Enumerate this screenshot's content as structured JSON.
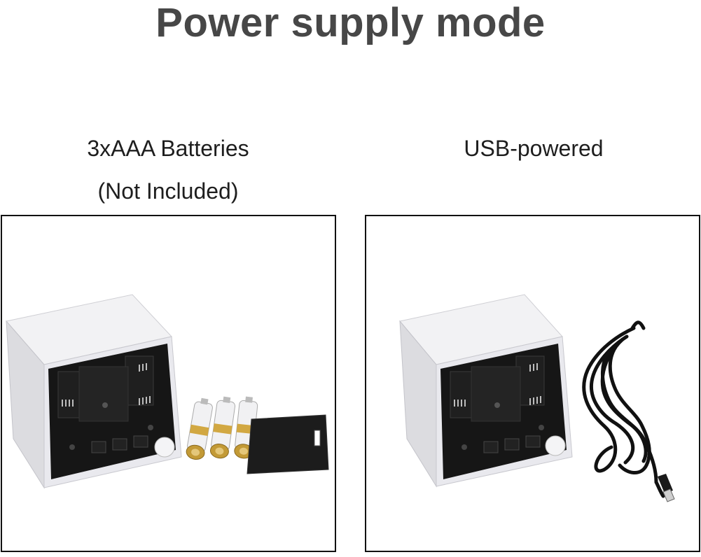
{
  "title": "Power supply mode",
  "options": [
    {
      "caption_line1": "3xAAA Batteries",
      "caption_line2": "(Not Included)"
    },
    {
      "caption_line1": "USB-powered"
    }
  ],
  "colors": {
    "title": "#474747",
    "device_body": "#e9e9ee",
    "device_back": "#1a1a1a",
    "battery_gold": "#c8a23c",
    "border": "#111111"
  },
  "icons": [
    "alarm-clock-cube-back",
    "aaa-battery",
    "battery-cover",
    "usb-cable"
  ]
}
